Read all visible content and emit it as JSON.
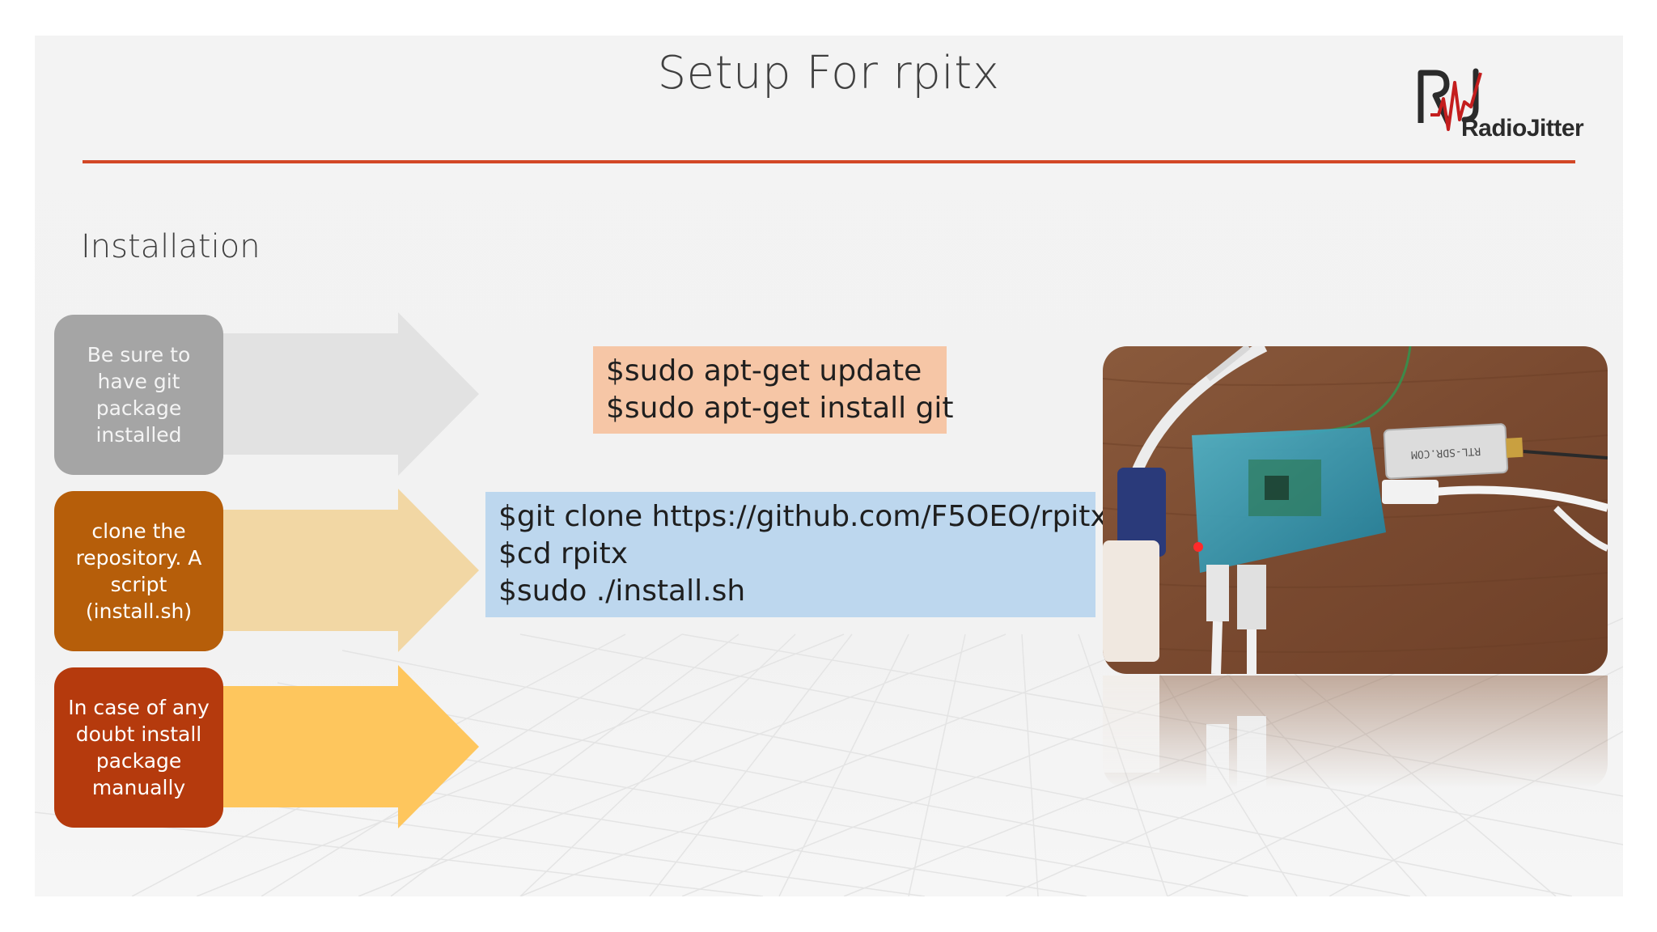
{
  "title": "Setup For rpitx",
  "logo": {
    "text": "RadioJitter",
    "mark_letters": "RJ"
  },
  "section_heading": "Installation",
  "steps": [
    {
      "text": "Be sure to have git package installed",
      "color": "#a5a5a5",
      "arrow_color": "#e2e2e2"
    },
    {
      "text": "clone the repository. A script (install.sh)",
      "color": "#b65e0a",
      "arrow_color": "#f2d7a4"
    },
    {
      "text": "In case of any doubt install package manually",
      "color": "#b53a0d",
      "arrow_color": "#fec65d"
    }
  ],
  "commands": {
    "block1": [
      "$sudo apt-get update",
      "$sudo apt-get install git"
    ],
    "block2": [
      "$git clone https://github.com/F5OEO/rpitx",
      "$cd rpitx",
      "$sudo ./install.sh"
    ]
  },
  "photo": {
    "description_icon": "raspberry-pi-photo",
    "dongle_label": "RTL-SDR.COM"
  },
  "colors": {
    "accent_rule": "#d24726",
    "cmd1_bg": "#f6c6a6",
    "cmd2_bg": "#bdd7ee"
  }
}
